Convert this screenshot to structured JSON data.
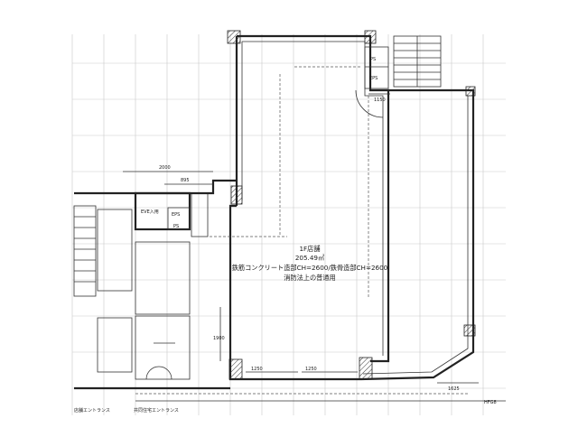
{
  "plan": {
    "store_title": "1F店舗",
    "store_area": "205.49㎡",
    "structure_line": "鉄筋コンクリート造部CH=2600/鉄骨造部CH=2600",
    "law_line": "消防法上の普通用"
  },
  "labels": {
    "eps_top": "EPS",
    "ps_top": "PS",
    "eps_mid": "EPS",
    "ps_mid": "PS",
    "ev_hall": "EVE入用",
    "dim_2000": "2000",
    "dim_895": "895",
    "dim_1150": "1150",
    "dim_1900": "1900",
    "dim_1250_a": "1250",
    "dim_1250_b": "1250",
    "dim_1625": "1625",
    "entrance_shop": "店舗エントランス",
    "entrance_residence": "共同住宅エントランス",
    "hfg": "HFG8"
  }
}
